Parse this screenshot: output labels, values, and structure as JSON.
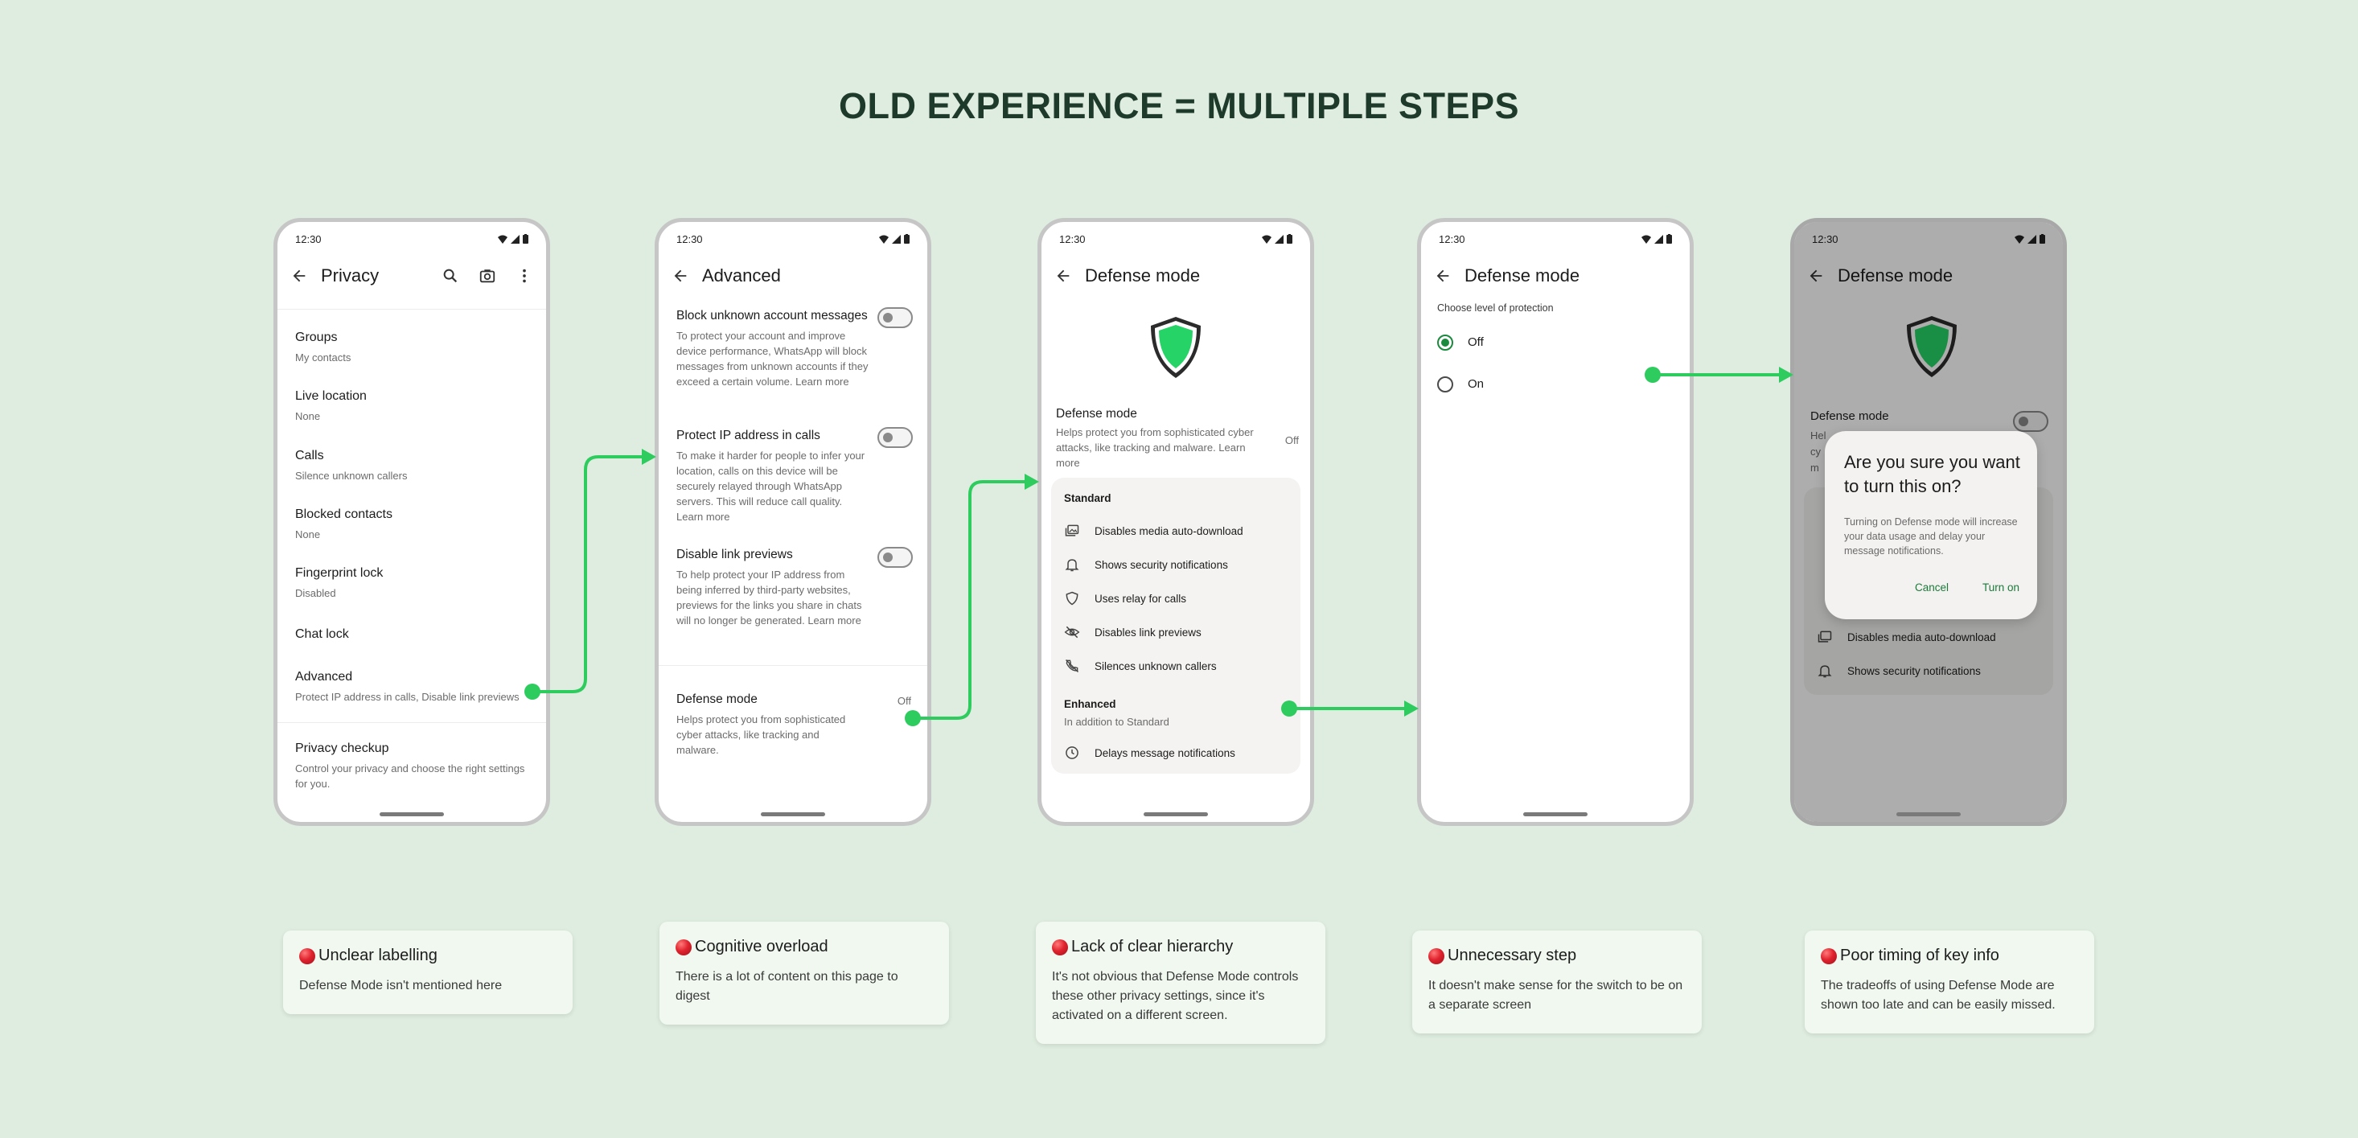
{
  "page_title": "OLD EXPERIENCE = MULTIPLE STEPS",
  "accent_color": "#2ecc5f",
  "time": "12:30",
  "screen1": {
    "title": "Privacy",
    "items": [
      {
        "title": "Groups",
        "subtitle": "My contacts"
      },
      {
        "title": "Live location",
        "subtitle": "None"
      },
      {
        "title": "Calls",
        "subtitle": "Silence unknown callers"
      },
      {
        "title": "Blocked contacts",
        "subtitle": "None"
      },
      {
        "title": "Fingerprint lock",
        "subtitle": "Disabled"
      },
      {
        "title": "Chat lock",
        "subtitle": ""
      },
      {
        "title": "Advanced",
        "subtitle": "Protect IP address in calls, Disable link previews"
      }
    ],
    "checkup": {
      "title": "Privacy checkup",
      "subtitle": "Control your privacy and choose the right settings for you."
    }
  },
  "screen2": {
    "title": "Advanced",
    "items": [
      {
        "title": "Block unknown account messages",
        "subtitle": "To protect your account and improve device performance, WhatsApp will block messages from unknown accounts if they exceed a certain volume. Learn more"
      },
      {
        "title": "Protect IP address in calls",
        "subtitle": "To make it harder for people to infer your location, calls on this device will be securely relayed through WhatsApp servers. This will reduce call quality. Learn more"
      },
      {
        "title": "Disable link previews",
        "subtitle": "To help protect your IP address from being inferred by third-party websites, previews for the links you share in chats will no longer be generated. Learn more"
      }
    ],
    "defense": {
      "title": "Defense mode",
      "subtitle": "Helps protect you from sophisticated cyber attacks, like tracking and malware.",
      "value": "Off"
    }
  },
  "screen3": {
    "title": "Defense mode",
    "heading": "Defense mode",
    "desc": "Helps protect you from sophisticated cyber attacks, like tracking and malware. Learn more",
    "value": "Off",
    "standard_label": "Standard",
    "standard_items": [
      "Disables media auto-download",
      "Shows security notifications",
      "Uses relay for calls",
      "Disables link previews",
      "Silences unknown callers"
    ],
    "enhanced_label": "Enhanced",
    "enhanced_sub": "In addition to Standard",
    "enhanced_items": [
      "Delays message notifications"
    ]
  },
  "screen4": {
    "title": "Defense mode",
    "section": "Choose level of protection",
    "options": [
      "Off",
      "On"
    ],
    "selected": "Off"
  },
  "screen5": {
    "title": "Defense mode",
    "heading": "Defense mode",
    "desc_frag": "Hel",
    "desc_frag2": "cy",
    "desc_frag3": "m",
    "items": [
      "Disables media auto-download",
      "Shows security notifications"
    ],
    "dialog": {
      "title": "Are you sure you want to turn this on?",
      "body": "Turning on Defense mode will increase your data usage and delay your message notifications.",
      "cancel": "Cancel",
      "confirm": "Turn on"
    }
  },
  "notes": [
    {
      "title": "Unclear labelling",
      "body": "Defense Mode isn't mentioned here"
    },
    {
      "title": "Cognitive overload",
      "body": "There is a lot of content on this page to digest"
    },
    {
      "title": "Lack of clear hierarchy",
      "body": "It's not obvious that Defense Mode controls these other privacy settings, since it's activated on a different screen."
    },
    {
      "title": "Unnecessary step",
      "body": "It doesn't make sense for the switch to be on a separate screen"
    },
    {
      "title": "Poor timing of key info",
      "body": "The tradeoffs of using Defense Mode are shown too late and can be easily missed."
    }
  ]
}
